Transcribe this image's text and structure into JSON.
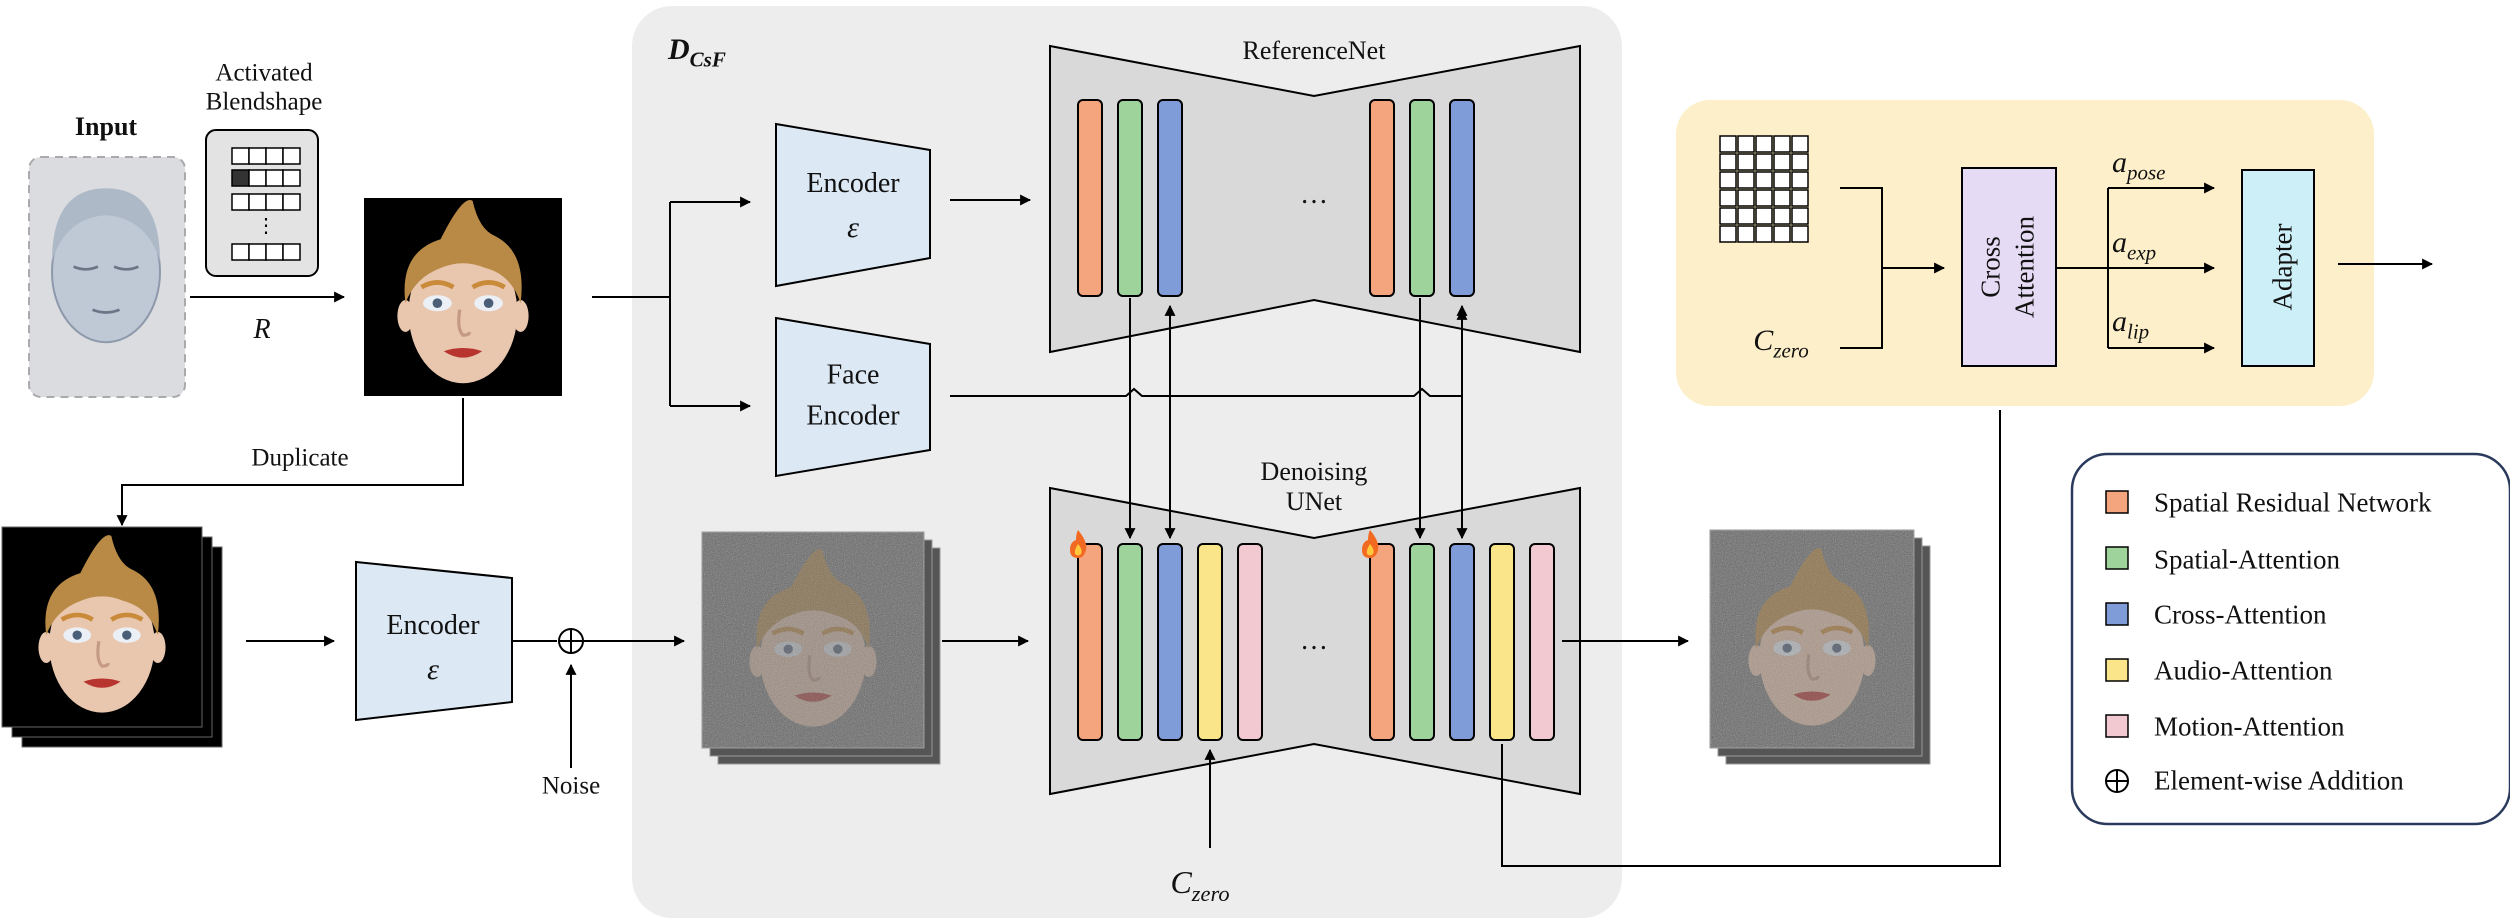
{
  "input": {
    "title": "Input",
    "blendshape_label": "Activated Blendshape",
    "r_symbol": "R",
    "duplicate_label": "Duplicate",
    "noise_label": "Noise"
  },
  "dcsf": {
    "title_main": "D",
    "title_sub": "CsF",
    "referencenet_label": "ReferenceNet",
    "encoder_label": "Encoder",
    "encoder_symbol": "ε",
    "face_encoder_label": "Face Encoder",
    "denoising_label": "Denoising UNet",
    "ellipsis": "…",
    "czero_main": "C",
    "czero_sub": "zero"
  },
  "bottom_encoder": {
    "label": "Encoder",
    "symbol": "ε"
  },
  "adapter_panel": {
    "czero_main": "C",
    "czero_sub": "zero",
    "cross_attention_label": "Cross Attention",
    "adapter_label": "Adapter",
    "a_main": "a",
    "a_pose_sub": "pose",
    "a_exp_sub": "exp",
    "a_lip_sub": "lip"
  },
  "legend": {
    "items": [
      {
        "label": "Spatial Residual Network",
        "color": "#F4A57E"
      },
      {
        "label": "Spatial-Attention",
        "color": "#9ED49C"
      },
      {
        "label": "Cross-Attention",
        "color": "#7F9BD8"
      },
      {
        "label": "Audio-Attention",
        "color": "#FBE58A"
      },
      {
        "label": "Motion-Attention",
        "color": "#F2C9D0"
      }
    ],
    "addition_label": "Element-wise Addition"
  },
  "colors": {
    "dcsf_panel": "#EDEDED",
    "adapter_panel": "#FDEFC9",
    "encoder_fill": "#DCE8F4",
    "cross_attention_fill": "#E6DBF4",
    "adapter_fill": "#CDEFF7",
    "unet_fill": "#D9D9D9",
    "face_skin": "#E9C6AE",
    "hair": "#B98A46",
    "neutral_head": "#BFC9D6"
  }
}
